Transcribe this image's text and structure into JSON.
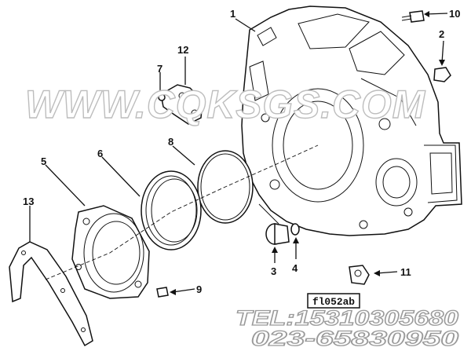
{
  "watermark": "WWW.CQKSGS.COM",
  "contact": {
    "phone": "TEL:15310305680",
    "landline": "023-65830950"
  },
  "figure_code": "fl052ab",
  "callouts": [
    "1",
    "2",
    "3",
    "4",
    "5",
    "6",
    "7",
    "8",
    "9",
    "10",
    "11",
    "12",
    "13"
  ]
}
